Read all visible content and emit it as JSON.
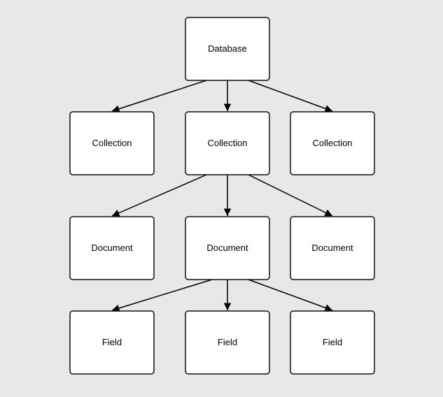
{
  "background": "#e8e8e8",
  "node_stroke": "#111111",
  "edge_color": "#000000",
  "nodes": {
    "database": {
      "label": "Database"
    },
    "collection_1": {
      "label": "Collection"
    },
    "collection_2": {
      "label": "Collection"
    },
    "collection_3": {
      "label": "Collection"
    },
    "document_1": {
      "label": "Document"
    },
    "document_2": {
      "label": "Document"
    },
    "document_3": {
      "label": "Document"
    },
    "field_1": {
      "label": "Field"
    },
    "field_2": {
      "label": "Field"
    },
    "field_3": {
      "label": "Field"
    }
  },
  "edges": [
    {
      "from": "database",
      "to": "collection_1"
    },
    {
      "from": "database",
      "to": "collection_2"
    },
    {
      "from": "database",
      "to": "collection_3"
    },
    {
      "from": "collection_2",
      "to": "document_1"
    },
    {
      "from": "collection_2",
      "to": "document_2"
    },
    {
      "from": "collection_2",
      "to": "document_3"
    },
    {
      "from": "document_2",
      "to": "field_1"
    },
    {
      "from": "document_2",
      "to": "field_2"
    },
    {
      "from": "document_2",
      "to": "field_3"
    }
  ]
}
